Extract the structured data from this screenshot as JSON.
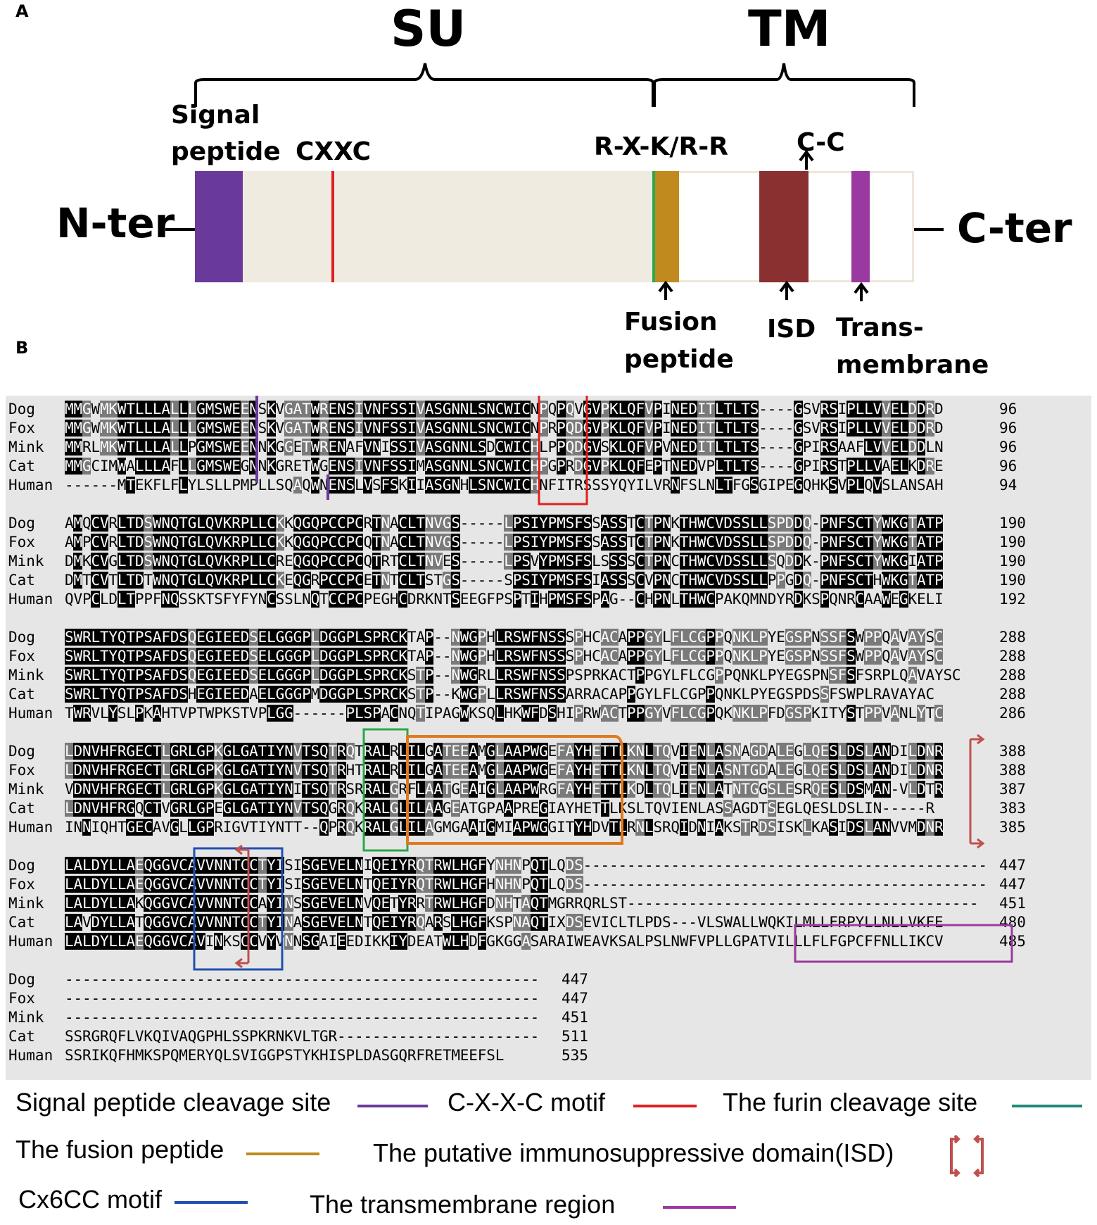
{
  "panel_a": {
    "label": "A",
    "su": "SU",
    "tm": "TM",
    "signal_peptide_line1": "Signal",
    "signal_peptide_line2": "peptide",
    "cxxc": "CXXC",
    "rxkr": "R-X-K/R-R",
    "cc": "C-C",
    "nter": "N-ter",
    "cter": "C-ter",
    "fusion_line1": "Fusion",
    "fusion_line2": "peptide",
    "isd": "ISD",
    "trans_line1": "Trans-",
    "trans_line2": "membrane",
    "colors": {
      "signal": "#6a3a9b",
      "su_body": "#efebe0",
      "cxxc": "#e02020",
      "furin": "#2aa84a",
      "fusion": "#c08a1e",
      "isd": "#8b3030",
      "tm_region": "#9a3aa0"
    }
  },
  "panel_b": {
    "label": "B",
    "blocks": [
      {
        "rows": [
          {
            "species": "Dog",
            "seq": "MMGWMKWTLLLALLLGMSWEENSKVGATWRENSIVNFSSIVASGNNLSNCWICNPQPQVGVPKLQFVPINEDITLTLTS----GSVRSIPLLVVELDDRD",
            "num": "96"
          },
          {
            "species": "Fox",
            "seq": "MMGWMKWTLLLALLLGMSWEENSKVGATWRENSIVNFSSIVASGNNLSNCWICNPRPQDGVPKLQFVPINEDITLTLTS----GSVRSIPLLVVELDDRD",
            "num": "96"
          },
          {
            "species": "Mink",
            "seq": "MMRLMKWTLLLALLPGMSWEENNKGGETWRENAFVNISSIVASGNNLSDCWICHLPPQDGVSKLQFVPVNEDITLTLTS----GPIRSAAFLVVELDDLN",
            "num": "96"
          },
          {
            "species": "Cat",
            "seq": "MMGCIMWALLLAFLLGMSWEGNNKGREТWGENSIVNFSSIMASGNNLSNCWICHPGPRDGVPKLQFEPTNEDVPLTLTS----GPIRSTPLLVAELKDRE",
            "num": "96"
          },
          {
            "species": "Human",
            "seq": "------MTEKFLFLYLSLLPMPLLSQAQWNENSLVSFSKIIASGNHLSNCWICHNFITRSSSYQYILVRNFSLNLTFGSGIPEGQHKSVPLQVSLANSAH",
            "num": "94"
          }
        ]
      },
      {
        "rows": [
          {
            "species": "Dog",
            "seq": "AMQCVRLTDSWNQTGLQVKRPLLCKKQGQPCCPCRTNACLTNVGS-----LPSIYPMSFSSASSTCTPNKTHWCVDSSLLSPDDQ-PNFSCTYWKGTATP",
            "num": "190"
          },
          {
            "species": "Fox",
            "seq": "AMPCVRLTDSWNQTGLQVKRPLLCKKQGQPCCPCQTNACLTNVGS-----LPSIYPMSFSSASSTCTPNKTHWCVDSSLLSPDDQ-PNFSCTYWKGTATP",
            "num": "190"
          },
          {
            "species": "Mink",
            "seq": "DMKCVGLTDSWNQTGLQVKRPLLCREQGQPCCPCQTRTCLTNVES-----LPSVYPMSFSLSSSSCTPNCTHWCVDSSLLSQDDK-PNFSCTYWKGIATP",
            "num": "190"
          },
          {
            "species": "Cat",
            "seq": "DMTCVTLTDTWNQTGLQVKRPLLCKEQGRPCCPCETNTCLTSTGS-----SPSIYPMSFSIASSSCVPNCTHWCVDSSLLPPGDQ-PNFSCTHWKGTATP",
            "num": "190"
          },
          {
            "species": "Human",
            "seq": "QVPCLDLTPPFNQSSKTSFYFYNCSSLNQTCCPCPEGHCDRKNTSEEGFPSPTIHPMSFSPAG--CHPNLTHWCPAKQMNDYRDKSPQNRCAAWEGKELI",
            "num": "192"
          }
        ]
      },
      {
        "rows": [
          {
            "species": "Dog",
            "seq": "SWRLTYQTPSAFDSQEGIEEDSELGGGPLDGGPLSPRCKTAP--NWGPHLRSWFNSSSPHCACAPPGYLFLCGPPQNKLPYEGSPNSSFSWPPQAVAYSC",
            "num": "288"
          },
          {
            "species": "Fox",
            "seq": "SWRLTYQTPSAFDSQEGIEEDSELGGGPLDGGPLSPRCKTAP--NWGPHLRSWFNSSSPHCACAPPGYLFLCGPPQNKLPYEGSPNSSFSWPPQAVAYSC",
            "num": "288"
          },
          {
            "species": "Mink",
            "seq": "SWRLTYQTPSAFDSQEGIEEDSELGGGPLDGGPLSPRCKSTP--NWGRLLRSWFNSSPSPRKACTPPGYLFLCGPPQNKLPYEGSPNSFSFSRPLQAVAYSC",
            "num": "288"
          },
          {
            "species": "Cat",
            "seq": "SWRLTYQTPSAFDSHEGIEEDAELGGGPMDGGPLSPRCKSTP--KWGPLLRSWFNSSARRACAPPGYLFLCGPPQNKLPYEGSPDSSFSWPLRAVAYAC",
            "num": "288"
          },
          {
            "species": "Human",
            "seq": "TWRVLYSLPKAHTVPTWPKSTVPLGG------PLSPACNQTIPAGWKSQLHKWFDSHIPRWACTPPGYVFLCGPQKNKLPFDGSPKITYSTPPVANLYTC",
            "num": "286"
          }
        ]
      },
      {
        "rows": [
          {
            "species": "Dog",
            "seq": "LDNVHFRGECTLGRLGPKGLGATIYNVTSQTRQTRALRLILGATEEAMGLAAPWGEFAYHETTLKNLTQVIENLASNAGDALEGLQESLDSLANDILDNR",
            "num": "388"
          },
          {
            "species": "Fox",
            "seq": "LDNVHFRGECTLGRLGPKGLGATIYNVTSQTRHTRALRLILGATEEAMGLAAPWGEFAYHETTLKNLTQVIENLASNTGDALEGLQESLDSLANDILDNR",
            "num": "388"
          },
          {
            "species": "Mink",
            "seq": "VDNVHFRGECTLGRLGPKGLGATIYNITSQTRSRRALGRFLAATGEAIGLAAPWRGFAYHETTLKDLTQLIENLATNTGGSLESRQESLDSMAN-VLDTR",
            "num": "387"
          },
          {
            "species": "Cat",
            "seq": "LDNVHFRGQCTVGRLGPEGLGATIYNVTSQGRQKRALGLILAAGEATGPAAPREGIAYHETTLKSLTQVIENLASSAGDTSEGLQESLDSLIN-----R",
            "num": "383"
          },
          {
            "species": "Human",
            "seq": "INNIQHTGECAVGLLGPRIGVTIYNTT--QPRQKRALGLILAGMGAAIGMIAPWGGITYHDVTLRNLSRQIDNIAKSTRDSISKLKASIDSLANVVMDNR",
            "num": "385"
          }
        ]
      },
      {
        "rows": [
          {
            "species": "Dog",
            "seq": "LALDYLLAEQGGVCAVVNNTCCTYISISGEVELNIQEIYRQTRWLHGFYNHNPQTLQDS----------------------------------------------",
            "num": "447"
          },
          {
            "species": "Fox",
            "seq": "LALDYLLAEQGGVCAVVNNTCCTYISISGEVELNTQEIYRQTRWLHGFHNHNPQTLQDS----------------------------------------------",
            "num": "447"
          },
          {
            "species": "Mink",
            "seq": "LALDYLLAKQGGVCAVVNNTCCAYINSSGEVELNVQETYRRTRWLHGFDNHTAQTMGRRQRLST----------------------------------------",
            "num": "451"
          },
          {
            "species": "Cat",
            "seq": "LAVDYLLATQGGVCAVVNNTCCTYINASGEVELNTQEIYRQARSLHGFKSPNAQTIXDSEVICLTLPDS---VLSWALLWQKILMLLFRPYLLNLLVKFE",
            "num": "480"
          },
          {
            "species": "Human",
            "seq": "LALDYLLAEQGGVCAVINKSCCVYVNNSGAIEEDIKKIYDEATWLHDFGKGGASARAIWEAVKSALPSLNWFVPLLGPATVILLLFLFGPCFFNLLIKCV",
            "num": "485"
          }
        ]
      },
      {
        "rows": [
          {
            "species": "Dog",
            "seq": "------------------------------------------------------",
            "num": "447"
          },
          {
            "species": "Fox",
            "seq": "------------------------------------------------------",
            "num": "447"
          },
          {
            "species": "Mink",
            "seq": "------------------------------------------------------",
            "num": "451"
          },
          {
            "species": "Cat",
            "seq": "SSRGRQFLVKQIVAQGPHLSSPKRNKVLTGR-----------------------",
            "num": "511"
          },
          {
            "species": "Human",
            "seq": "SSRIKQFHMKSPQMERYQLSVIGGPSTYKHISPLDASGQRFRETMEEFSL",
            "num": "535"
          }
        ]
      }
    ]
  },
  "legend": {
    "signal_cleavage": "Signal peptide cleavage site",
    "cxxc_motif": "C-X-X-C motif",
    "furin": "The furin cleavage site",
    "fusion": "The fusion peptide",
    "isd": "The putative immunosuppressive domain(ISD)",
    "cx6cc": "Cx6CC motif",
    "tm_region": "The transmembrane region",
    "colors": {
      "signal_cleavage": "#6a3a9b",
      "cxxc": "#e02020",
      "furin": "#1f8a7a",
      "fusion": "#c08a1e",
      "isd": "#c0504d",
      "cx6cc": "#2050b0",
      "tm": "#9a3aa0",
      "orange_box": "#e07a20",
      "green_box": "#2aa84a"
    }
  }
}
